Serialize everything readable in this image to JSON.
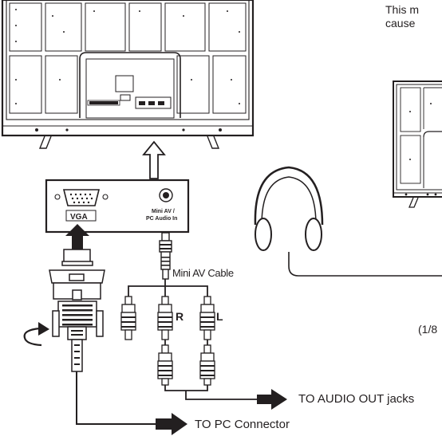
{
  "note_lines": [
    "This m",
    "cause"
  ],
  "panel": {
    "vga_label": "VGA",
    "audio_label_line1": "Mini AV /",
    "audio_label_line2": "PC Audio In"
  },
  "cable_label": "Mini AV Cable",
  "channel_right": "R",
  "channel_left": "L",
  "to_audio_out": "TO AUDIO OUT jacks",
  "to_pc_connector": "TO PC Connector",
  "plug_size_partial": "(1/8"
}
